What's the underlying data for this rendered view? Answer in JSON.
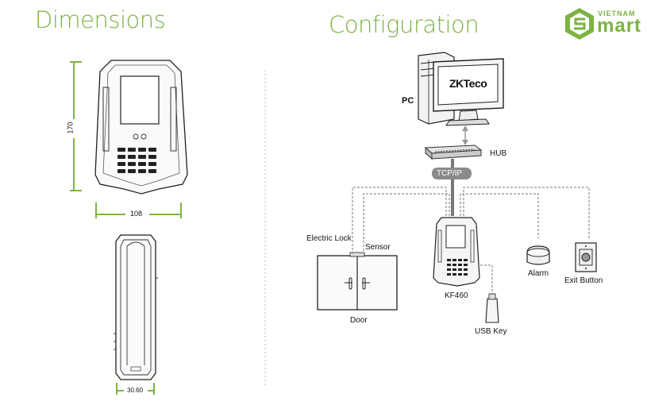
{
  "titles": {
    "dimensions": "Dimensions",
    "configuration": "Configuration"
  },
  "logo": {
    "line1": "VIETNAM",
    "line2": "mart",
    "letter": "S",
    "color": "#7cb342"
  },
  "dimensions": {
    "height": "170",
    "width": "108",
    "depth": "30.60"
  },
  "config": {
    "pc": "PC",
    "brand": "ZKTeco",
    "hub": "HUB",
    "tcpip": "TCP/IP",
    "electric_lock": "Electric Lock",
    "sensor": "Sensor",
    "door": "Door",
    "device": "KF460",
    "usb_key": "USB Key",
    "alarm": "Alarm",
    "exit_button": "Exit Button"
  },
  "colors": {
    "accent": "#7cb342",
    "divider": "#bdbdbd"
  }
}
